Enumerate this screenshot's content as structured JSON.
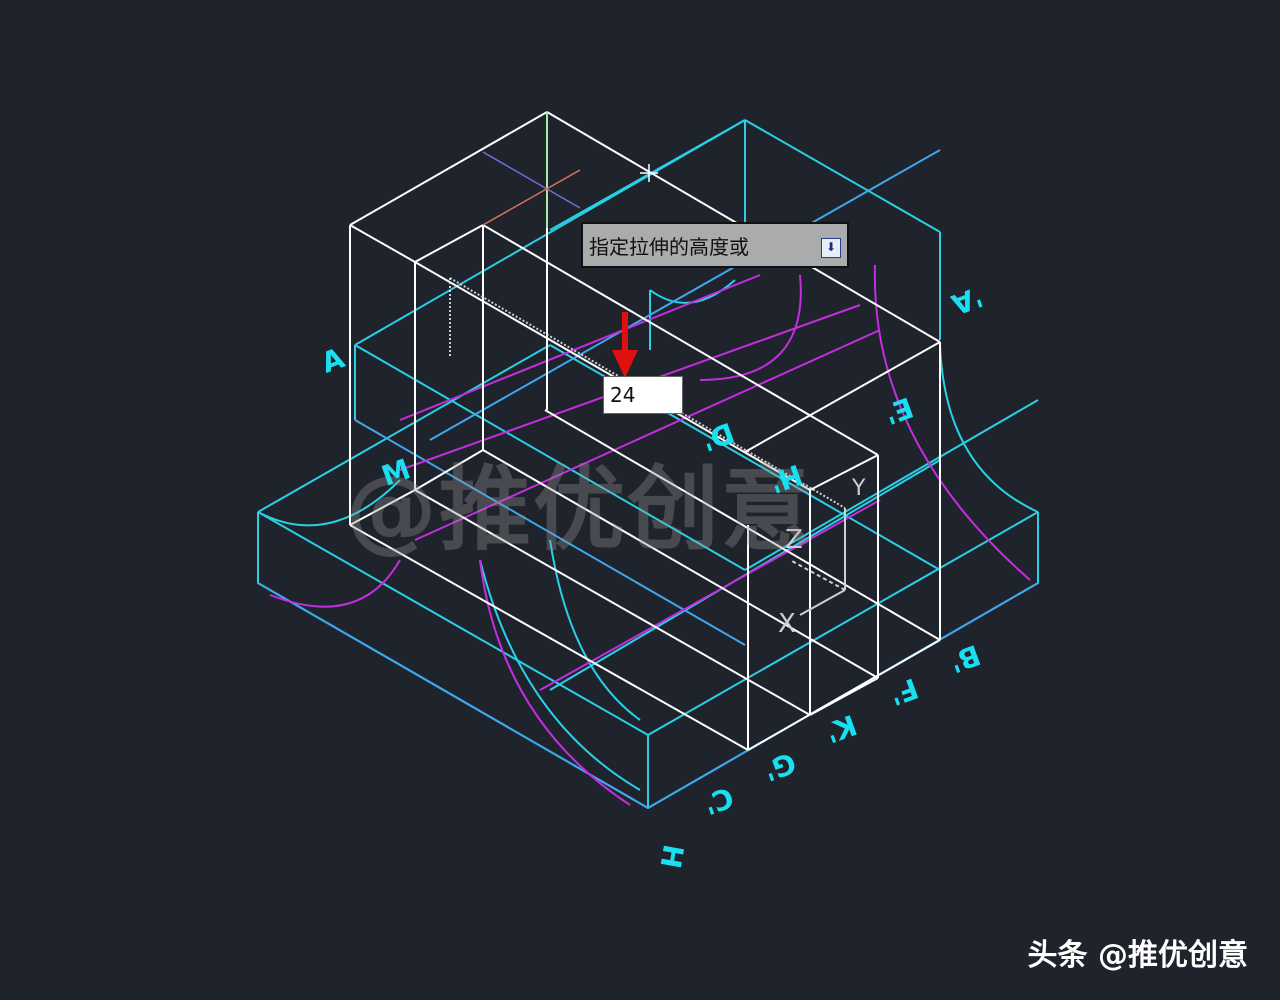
{
  "colors": {
    "background": "#1f232c",
    "cyan": "#2ad0e6",
    "blue": "#3fa6ef",
    "white": "#ffffff",
    "magenta": "#c22ee0",
    "arrow": "#e01010"
  },
  "tooltip": {
    "prompt": "指定拉伸的高度或",
    "icon": "dropdown-download-icon"
  },
  "dynamic_input": {
    "value": "24"
  },
  "point_labels": [
    "A",
    "A'",
    "E'",
    "D'",
    "H'",
    "M",
    "B'",
    "F'",
    "K'",
    "G'",
    "C'",
    "H"
  ],
  "ucs_labels": {
    "x": "X",
    "y": "Y",
    "z": "Z"
  },
  "watermark": "@推优创意",
  "footer": "头条 @推优创意"
}
